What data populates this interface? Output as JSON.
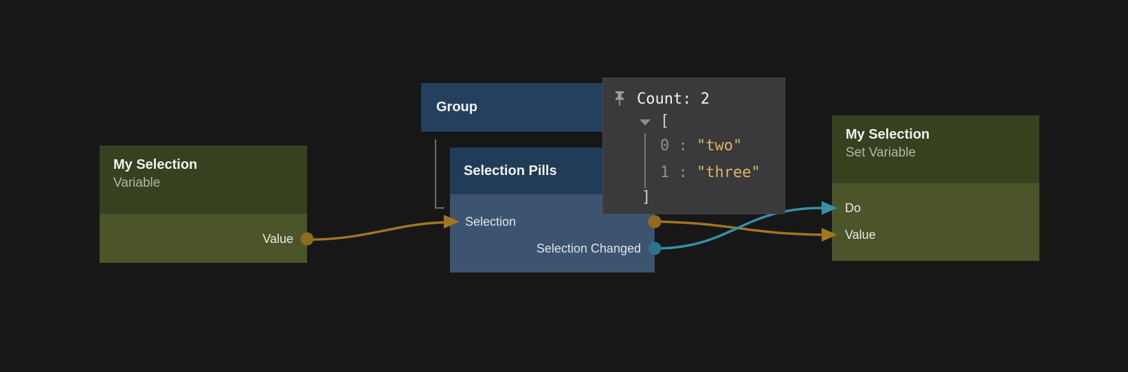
{
  "nodes": {
    "variable": {
      "title": "My Selection",
      "subtitle": "Variable",
      "output_port": "Value"
    },
    "group": {
      "title": "Group"
    },
    "selection_pills": {
      "title": "Selection Pills",
      "input_port": "Selection",
      "output_port": "Selection Changed"
    },
    "set_variable": {
      "title": "My Selection",
      "subtitle": "Set Variable",
      "inputs": [
        "Do",
        "Value"
      ]
    }
  },
  "popup": {
    "pin_icon": "push-pin-icon",
    "expander_icon": "chevron-down-icon",
    "header": "Count: 2",
    "open_bracket": "[",
    "close_bracket": "]",
    "sep": " : ",
    "items": [
      {
        "index": "0",
        "value": "\"two\""
      },
      {
        "index": "1",
        "value": "\"three\""
      }
    ]
  },
  "colors": {
    "canvas_bg": "#171717",
    "olive_node_header": "#36411f",
    "olive_node_body": "#4b5529",
    "group_header": "#24405e",
    "pills_header": "#213c59",
    "pills_body": "#3d5470",
    "popup_bg": "#3a3a3c",
    "wire_orange": "#a0761e",
    "wire_teal": "#3392a9",
    "port_orange": "#8f6b1d",
    "port_teal": "#2d7389",
    "string_yellow": "#dfb565",
    "hierarchy_line": "#6e6e6e"
  }
}
